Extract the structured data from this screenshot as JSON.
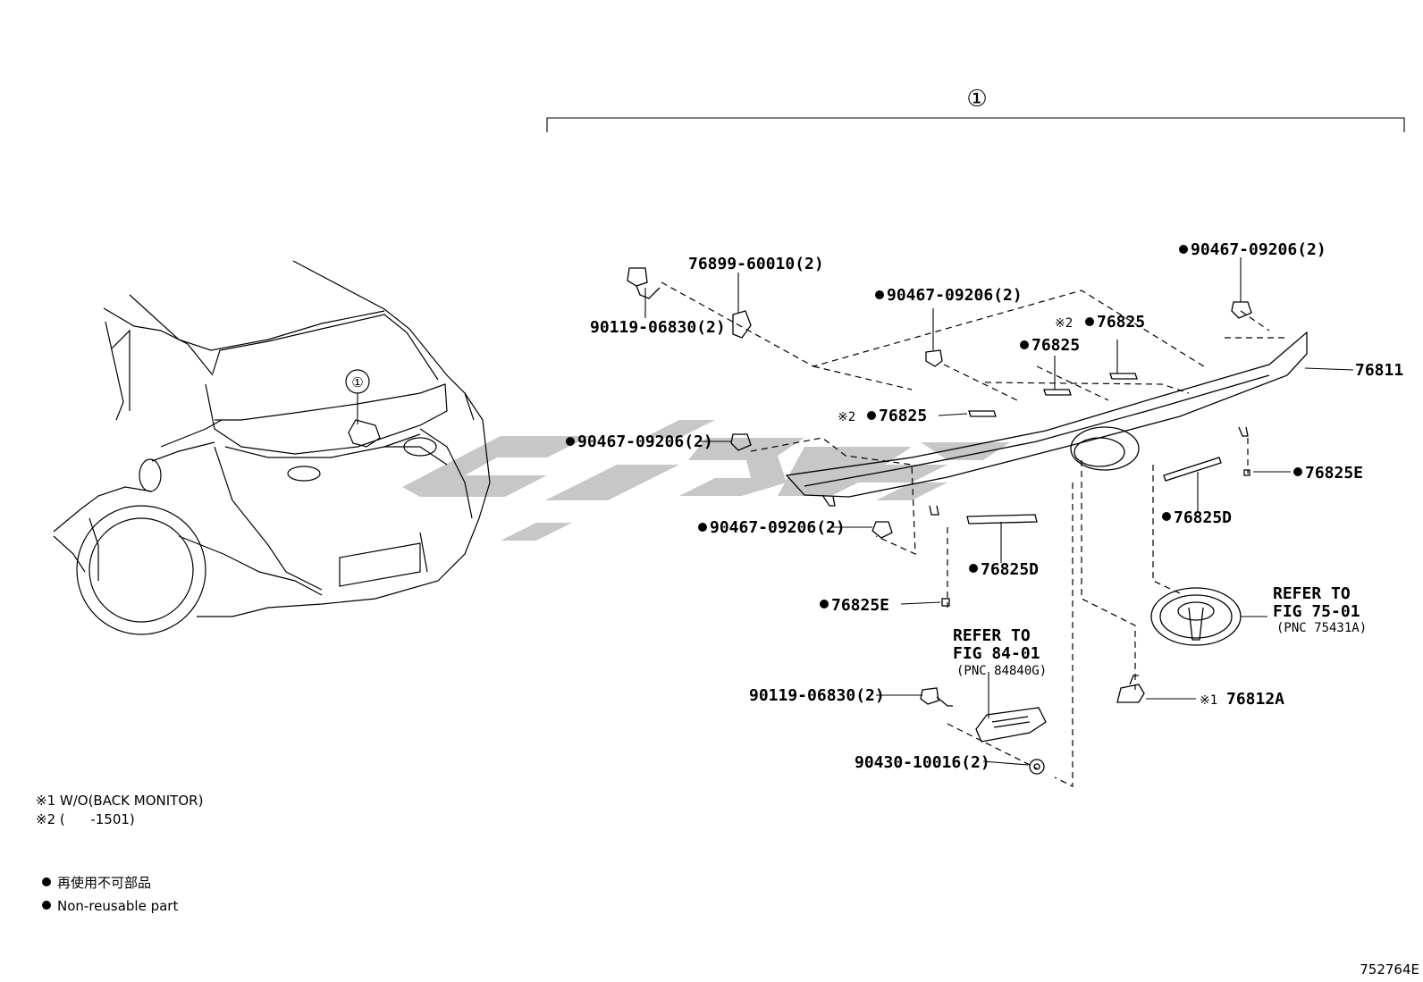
{
  "assembly_callout": "①",
  "callouts": [
    "76899-60010(2)",
    "90119-06830(2)",
    "90467-09206(2)",
    "90467-09206(2)",
    "76825",
    "76825",
    "76825",
    "76811",
    "90467-09206(2)",
    "90467-09206(2)",
    "76825E",
    "76825D",
    "76825D",
    "76825E",
    "90119-06830(2)",
    "90430-10016(2)",
    "76812A"
  ],
  "marks": {
    "star1": "※1",
    "star2": "※2"
  },
  "refer_fig84": {
    "line1": "REFER TO",
    "line2": "FIG 84-01",
    "line3": "(PNC 84840G)"
  },
  "refer_fig75": {
    "line1": "REFER TO",
    "line2": "FIG 75-01",
    "line3": "(PNC 75431A)"
  },
  "notes": {
    "note1": "※1 W/O(BACK MONITOR)",
    "note2": "※2 (      -1501)"
  },
  "legend": {
    "jp": "再使用不可部品",
    "en": "Non-reusable part"
  },
  "figure_id": "752764E"
}
